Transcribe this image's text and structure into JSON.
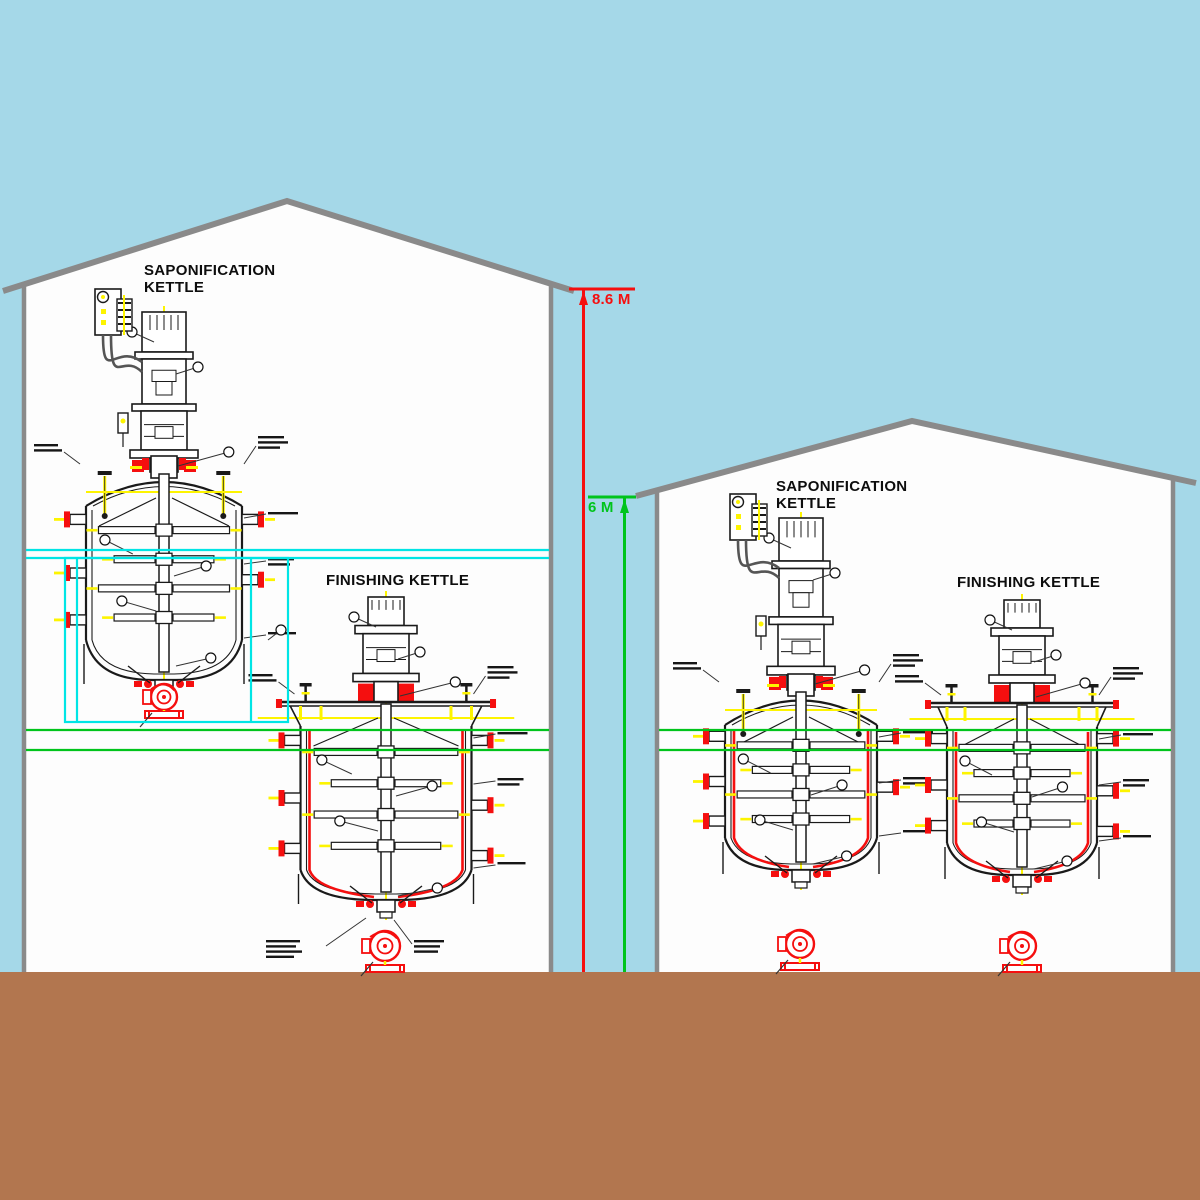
{
  "scene": {
    "description": "Plant elevation drawing: two factory buildings with saponification and finishing kettles",
    "colors": {
      "sky": "#a5d8e8",
      "ground": "#b2764f",
      "wall": "#8a8a8a",
      "paper": "#fdfdfd",
      "ink": "#1a1a1a",
      "red": "#f50f0f",
      "green": "#00c41c",
      "cyan": "#00e5e5",
      "yellow": "#fdf400"
    }
  },
  "buildings": {
    "left": {
      "height_label": "8.6 M",
      "kettles": [
        {
          "title_lines": [
            "SAPONIFICATION",
            "KETTLE"
          ]
        },
        {
          "title_lines": [
            "FINISHING KETTLE"
          ]
        }
      ]
    },
    "right": {
      "height_label": "6 M",
      "kettles": [
        {
          "title_lines": [
            "SAPONIFICATION",
            "KETTLE"
          ]
        },
        {
          "title_lines": [
            "FINISHING KETTLE"
          ]
        }
      ]
    }
  }
}
